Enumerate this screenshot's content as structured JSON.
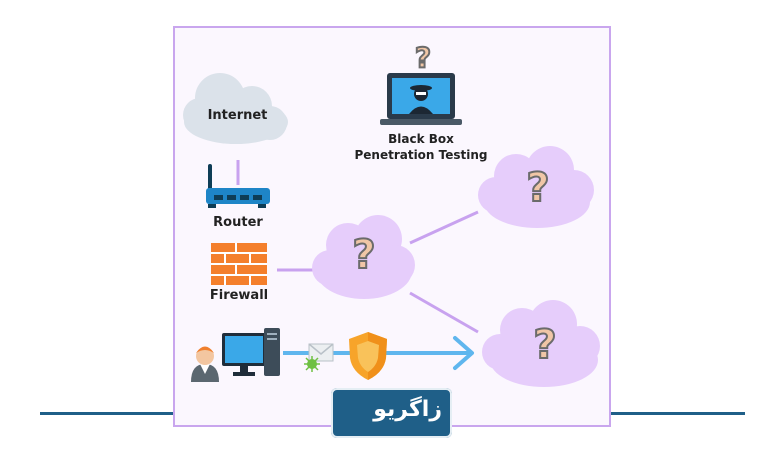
{
  "labels": {
    "internet": "Internet",
    "router": "Router",
    "firewall": "Firewall",
    "black_box_line1": "Black Box",
    "black_box_line2": "Penetration Testing"
  },
  "marks": {
    "question": "?"
  },
  "logo": {
    "text": "زاگریو"
  },
  "colors": {
    "frame_border": "#c9a6ee",
    "unknown_cloud": "#e6cdfb",
    "internet_cloud": "#dbe2ea",
    "arrow": "#5fb6ee",
    "connector": "#c8a2ef",
    "brand_line": "#1f5f88",
    "shield": "#f7a42a",
    "firewall": "#f47f2c"
  }
}
